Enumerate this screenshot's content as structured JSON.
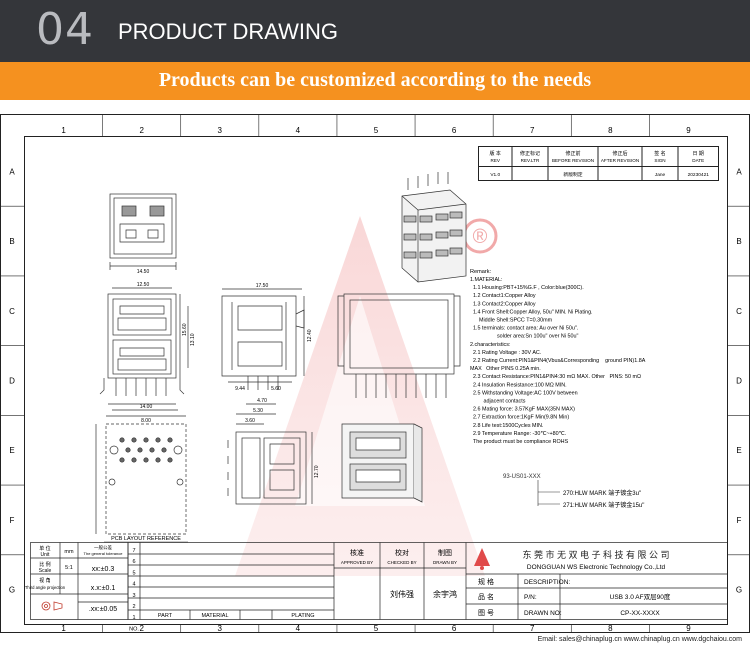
{
  "header": {
    "number": "04",
    "title": "PRODUCT DRAWING"
  },
  "banner": {
    "text": "Products can be customized according to the needs"
  },
  "drawing": {
    "columns": [
      "1",
      "2",
      "3",
      "4",
      "5",
      "6",
      "7",
      "8",
      "9"
    ],
    "rows": [
      "A",
      "B",
      "C",
      "D",
      "E",
      "F",
      "G"
    ],
    "revision": {
      "headers": [
        [
          "版 本",
          "REV"
        ],
        [
          "修正标记",
          "REV.LTR"
        ],
        [
          "修正前",
          "BEFORE REVISION"
        ],
        [
          "修正后",
          "AFTER REVISION"
        ],
        [
          "签 名",
          "SIGN"
        ],
        [
          "日 期",
          "DATE"
        ]
      ],
      "row": [
        "V1.0",
        "",
        "新版制定",
        "",
        "Jane",
        "20230421"
      ]
    },
    "dims": {
      "front_width": "14.50",
      "front_inner": "12.50",
      "side_top": "17.50",
      "side_a": "9.44",
      "side_b": "5.60",
      "front_h1": "15.60",
      "front_h2": "13.10",
      "side_h": "12.40",
      "pcb_top": "4.70",
      "pcb_a": "5.30",
      "pcb_b": "3.60",
      "pcb_h": "12.70",
      "pcb_w": "8.00",
      "pcb_w2": "14.00"
    },
    "pcb_label": "PCB LAYOUT REFERENCE",
    "registered_mark": "®",
    "remarks": {
      "title": "Remark:",
      "lines": [
        "1.MATERIAL:",
        "  1.1 Housing:PBT+15%G.F , Color:blue(300C).",
        "  1.2 Contact1:Copper Alloy",
        "  1.3 Contact2:Copper Alloy",
        "  1.4 Front Shell:Copper Alloy, 50u\" MIN. Ni Plating.",
        "      Middle Shell:SPCC T=0.30mm",
        "  1.5 terminals: contact area: Au over Ni 50u\".",
        "                  solder area:Sn 100u\" over Ni 50u\"",
        "2.characteristics:",
        "  2.1 Rating Voltage : 30V AC.",
        "  2.2 Rating Current:PIN1&PIN4(Vbus&Corresponding    ground PIN)1.8A",
        "MAX   Other PINS 0.25A min.",
        "  2.3 Contact Resistance:PIN1&PIN4:30 mΩ MAX. Other   PINS: 50 mΩ",
        "  2.4 Insulation Resistance:100 MΩ MIN.",
        "  2.5 Withstanding Voltage:AC 100V between",
        "         adjacent contacts",
        "  2.6 Mating force: 3.57KgF MAX(35N MAX)",
        "  2.7 Extraction force:1KgF Min(9.8N Min)",
        "  2.8 Life test:1500Cycles MIN.",
        "  2.9 Temperature Range: -30℃~+80℃.",
        "  The product must be compliance ROHS"
      ]
    },
    "part_code": "93-US01-XXX",
    "options": [
      "270:HLW MARK 端子镀金3u\"",
      "271:HLW MARK 端子镀金15u\""
    ],
    "title_block": {
      "unit_label": "单 位",
      "unit_en": "Unit",
      "unit_value": "mm",
      "tol_label": "一般公差",
      "tol_en": "The general tolerance",
      "scale_label": "比 例",
      "scale_en": "Scale",
      "scale_value": "5:1",
      "angle_label": "视 角",
      "angle_en": "Third angle projection",
      "tolerances": [
        "xx:±0.3",
        "x.x:±0.1",
        ".xx:±0.05"
      ],
      "bom_numbers": [
        "7",
        "6",
        "5",
        "4",
        "3",
        "2",
        "1",
        "NO."
      ],
      "bom_headers": [
        "PART",
        "MATERIAL",
        "PLATING"
      ],
      "approved_cn": "核准",
      "approved_en": "APPROVED BY",
      "checked_cn": "校对",
      "checked_en": "CHECKED BY",
      "drawn_cn": "制图",
      "drawn_en": "DRAWN BY",
      "checked_name": "刘伟强",
      "drawn_name": "余宇鸿",
      "company_cn": "东 莞 市 无 双 电 子 科 技 有 限 公 司",
      "company_en": "DONGGUAN WS Electronic Technology Co.,Ltd",
      "desc_cn": "规 格",
      "desc_en": "DESCRIPTION:",
      "pn_cn": "品 名",
      "pn_en": "P/N:",
      "pn_value": "USB 3.0 AF双层90度",
      "dwg_cn": "图 号",
      "dwg_en": "DRAWN NO:",
      "dwg_value": "CP-XX-XXXX"
    }
  },
  "footer": {
    "text": "Email: sales@chinaplug.cn  www.chinaplug.cn  www.dgchaiou.com"
  }
}
